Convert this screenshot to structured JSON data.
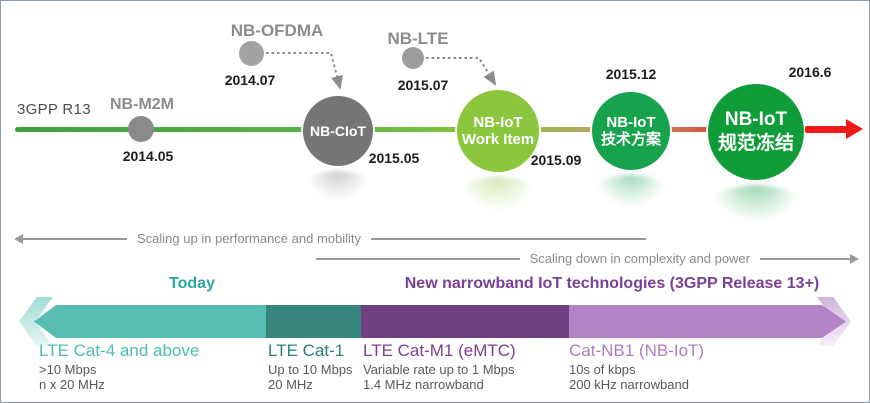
{
  "colors": {
    "timeline_green": "#3f9f3f",
    "timeline_light_green": "#8cc63e",
    "timeline_tan": "#c69c6d",
    "timeline_red": "#ee1a1a",
    "node_gray": "#767676",
    "node_light_green": "#8cc63e",
    "node_green": "#17a24d",
    "node_dark_green": "#0f9c39",
    "band_teal": "#57bdb2",
    "band_dark_teal": "#37867d",
    "band_dark_purple": "#71407e",
    "band_light_purple": "#b383c6"
  },
  "timeline": {
    "era_label": "3GPP R13",
    "proposals": [
      {
        "name": "NB-M2M",
        "date": "2014.05"
      },
      {
        "name": "NB-OFDMA",
        "date": "2014.07"
      },
      {
        "name": "NB-LTE",
        "date": "2015.07"
      }
    ],
    "nodes": [
      {
        "line1": "NB-CIoT",
        "line2": "",
        "date": "2015.05"
      },
      {
        "line1": "NB-IoT",
        "line2": "Work Item",
        "date": "2015.09"
      },
      {
        "line1": "NB-IoT",
        "line2": "技术方案",
        "date": "2015.12"
      },
      {
        "line1": "NB-IoT",
        "line2": "规范冻结",
        "date": "2016.6"
      }
    ]
  },
  "scaling": {
    "up_label": "Scaling up in performance and mobility",
    "down_label": "Scaling down in complexity and power"
  },
  "bands": {
    "today_label": "Today",
    "new_label": "New narrowband IoT technologies (3GPP Release 13+)",
    "segments": [
      {
        "title": "LTE Cat-4 and above",
        "line1": ">10 Mbps",
        "line2": "n x 20 MHz"
      },
      {
        "title": "LTE Cat-1",
        "line1": "Up to 10 Mbps",
        "line2": "20 MHz"
      },
      {
        "title": "LTE Cat-M1 (eMTC)",
        "line1": "Variable rate up to 1 Mbps",
        "line2": "1.4 MHz narrowband"
      },
      {
        "title": "Cat-NB1 (NB-IoT)",
        "line1": "10s of kbps",
        "line2": "200 kHz narrowband"
      }
    ]
  }
}
